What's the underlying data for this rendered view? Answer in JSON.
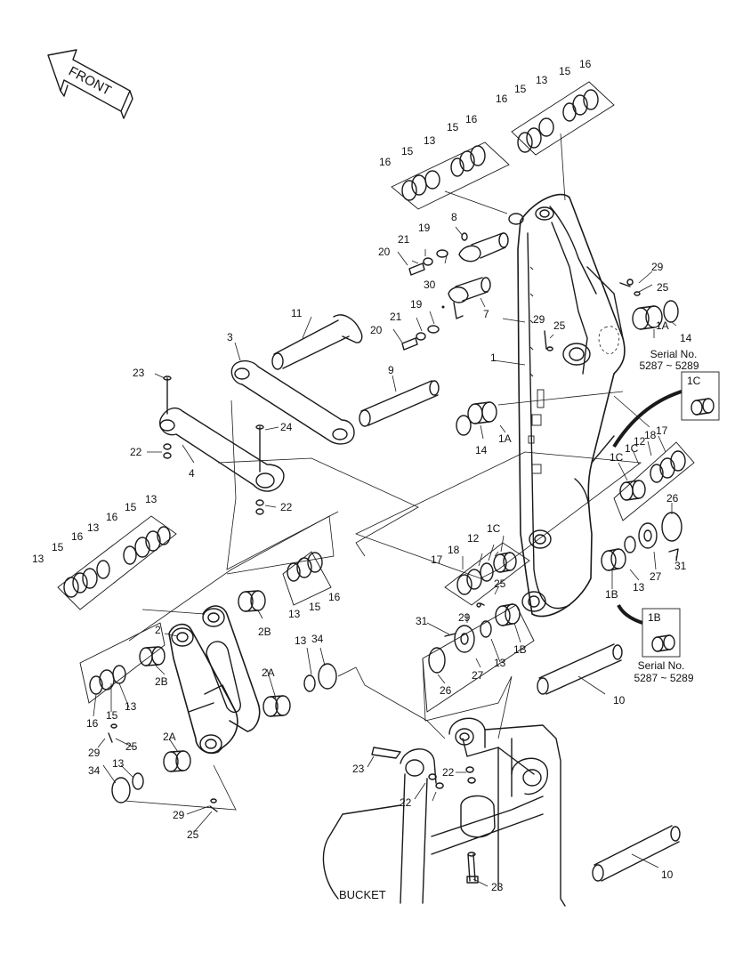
{
  "direction": {
    "front_label": "FRONT"
  },
  "serial_notes": [
    {
      "line1": "Serial No.",
      "line2": "5287 ~ 5289"
    },
    {
      "line1": "Serial No.",
      "line2": "5287 ~ 5289"
    }
  ],
  "inset_labels": {
    "inset_1c": "1C",
    "inset_1b": "1B"
  },
  "bucket_label": "BUCKET",
  "callouts": [
    "16",
    "15",
    "13",
    "15",
    "16",
    "16",
    "15",
    "13",
    "15",
    "16",
    "8",
    "19",
    "21",
    "20",
    "30",
    "19",
    "21",
    "20",
    "7",
    "29",
    "25",
    "14",
    "1A",
    "1",
    "29",
    "25",
    "11",
    "3",
    "9",
    "23",
    "24",
    "22",
    "4",
    "22",
    "1A",
    "14",
    "1C",
    "1C",
    "12",
    "18",
    "17",
    "26",
    "31",
    "27",
    "13",
    "1B",
    "13",
    "15",
    "16",
    "13",
    "16",
    "15",
    "13",
    "16",
    "15",
    "13",
    "16",
    "15",
    "13",
    "17",
    "18",
    "12",
    "1C",
    "25",
    "29",
    "31",
    "27",
    "13",
    "1B",
    "26",
    "2",
    "2B",
    "2B",
    "2A",
    "13",
    "34",
    "16",
    "15",
    "13",
    "29",
    "25",
    "2A",
    "13",
    "34",
    "29",
    "25",
    "10",
    "23",
    "22",
    "22",
    "23",
    "10"
  ]
}
